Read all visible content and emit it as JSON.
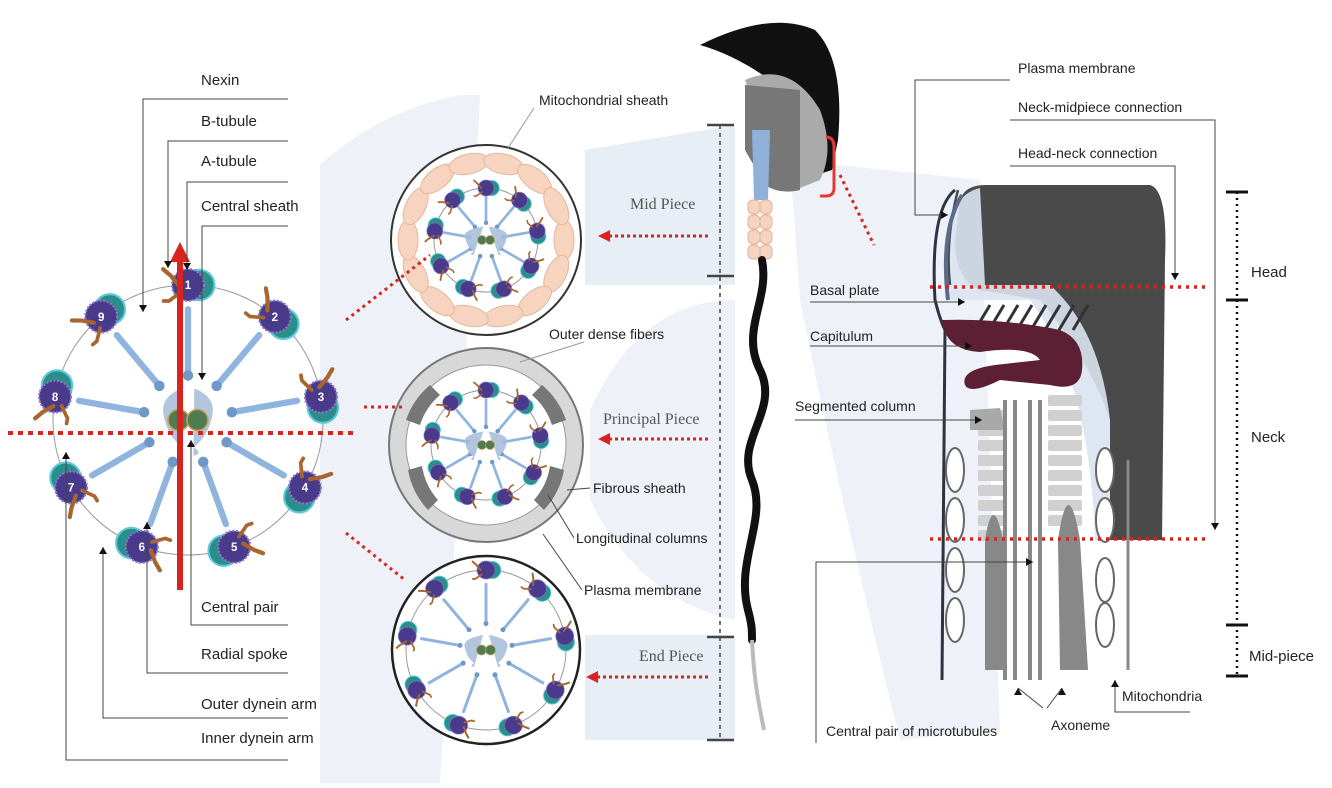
{
  "axoneme_labels": {
    "nexin": "Nexin",
    "b_tubule": "B-tubule",
    "a_tubule": "A-tubule",
    "central_sheath": "Central sheath",
    "central_pair": "Central pair",
    "radial_spoke": "Radial spoke",
    "outer_dynein_arm": "Outer dynein arm",
    "inner_dynein_arm": "Inner dynein arm"
  },
  "doublet_numbers": [
    "1",
    "2",
    "3",
    "4",
    "5",
    "6",
    "7",
    "8",
    "9"
  ],
  "section_labels": {
    "mitochondrial_sheath": "Mitochondrial sheath",
    "outer_dense_fibers": "Outer dense fibers",
    "fibrous_sheath": "Fibrous sheath",
    "longitudinal_columns": "Longitudinal columns",
    "plasma_membrane": "Plasma membrane"
  },
  "sperm_regions": {
    "mid_piece": "Mid Piece",
    "principal_piece": "Principal  Piece",
    "end_piece": "End Piece"
  },
  "neck_labels": {
    "plasma_membrane": "Plasma membrane",
    "neck_midpiece_connection": "Neck-midpiece  connection",
    "head_neck_connection": "Head-neck connection",
    "basal_plate": "Basal plate",
    "capitulum": "Capitulum",
    "segmented_column": "Segmented column",
    "central_pair_of_microtubules": "Central pair of microtubules",
    "axoneme": "Axoneme",
    "mitochondria": "Mitochondria"
  },
  "scale_labels": {
    "head": "Head",
    "neck": "Neck",
    "mid_piece": "Mid-piece"
  },
  "colors": {
    "section_fill": "#e8eef6",
    "spoke_blue": "#8fb4dd",
    "doublet_purple": "#4a3a8c",
    "doublet_teal": "#2a8f8a",
    "dynein_brown": "#a8652e",
    "axis_red": "#d8231f",
    "dotted_red": "#d8231f",
    "mito_peach": "#f6d4bf",
    "head_dark": "#4a4a4a",
    "capitulum": "#5c1f33"
  }
}
